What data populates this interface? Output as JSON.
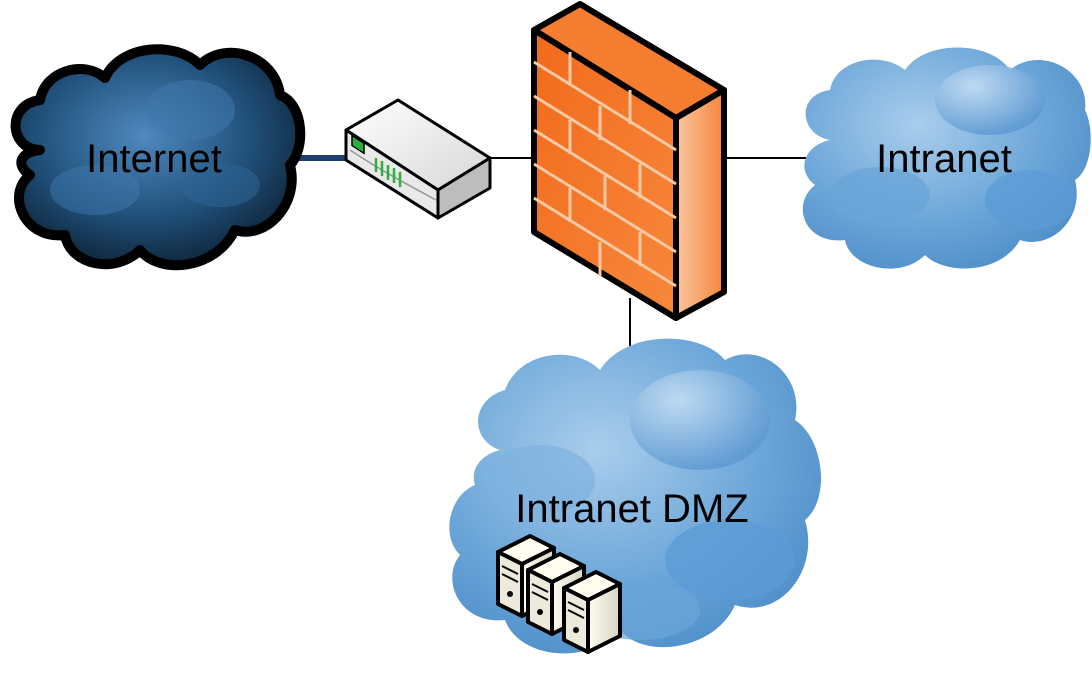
{
  "nodes": {
    "internet": {
      "label": "Internet",
      "icon": "dark-cloud-icon"
    },
    "router": {
      "icon": "router-icon"
    },
    "firewall": {
      "icon": "brick-firewall-icon"
    },
    "intranet": {
      "label": "Intranet",
      "icon": "cloud-icon"
    },
    "dmz": {
      "label": "Intranet DMZ",
      "icon": "cloud-icon",
      "servers_icon": "server-icon",
      "server_count": 3
    }
  },
  "links": [
    {
      "from": "internet",
      "to": "router"
    },
    {
      "from": "router",
      "to": "firewall"
    },
    {
      "from": "firewall",
      "to": "intranet"
    },
    {
      "from": "firewall",
      "to": "dmz"
    }
  ],
  "colors": {
    "internet_cloud": "#1f4f78",
    "internet_outline": "#000000",
    "blue_cloud": "#5b9bd5",
    "blue_cloud_light": "#9cc3e6",
    "firewall_front": "#f47a2b",
    "firewall_side": "#f9b98a",
    "link": "#000000",
    "internet_link": "#1f3f6e",
    "router_body": "#e8e8e8",
    "router_led": "#2fae3f",
    "server_body": "#f2f0e6"
  }
}
